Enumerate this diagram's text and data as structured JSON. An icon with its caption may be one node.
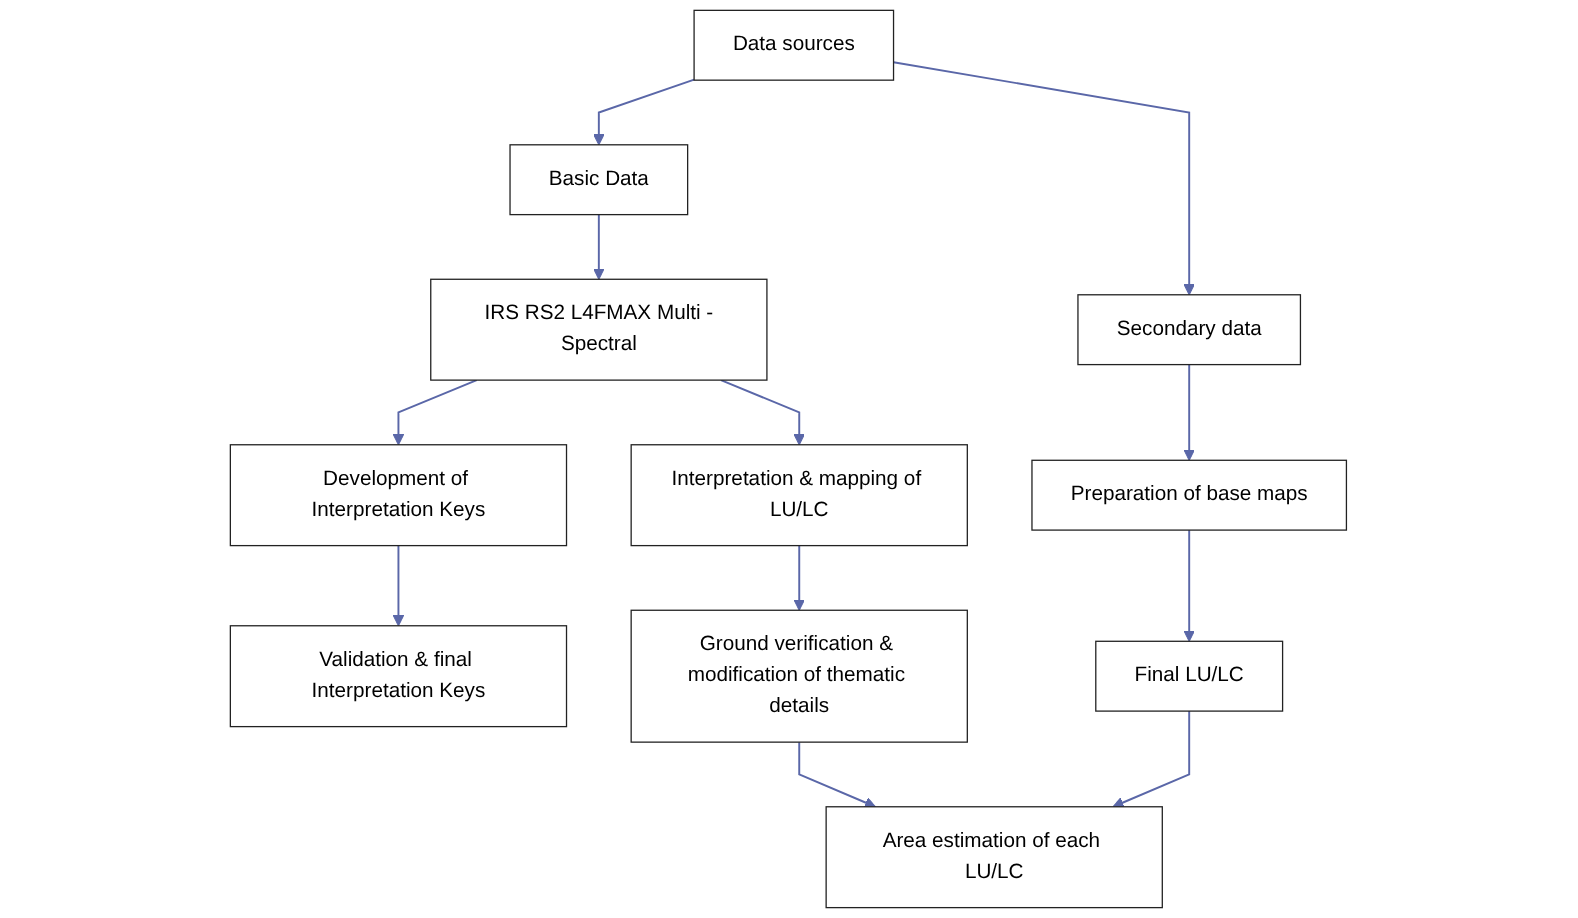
{
  "diagram": {
    "nodes": [
      {
        "text": [
          "Basic Data"
        ]
      },
      {
        "text": [
          "Data sources"
        ]
      },
      {
        "text": [
          "Secondary data"
        ]
      },
      {
        "text": [
          "IRS RS2 L4FMAX Multi -Spectral"
        ]
      },
      {
        "text": [
          "Preparation of base maps"
        ]
      },
      {
        "text": [
          "Interpretation & mapping of LU/LC"
        ]
      },
      {
        "text": [
          "Final LU/LC"
        ]
      },
      {
        "text": [
          "Development of Interpretation Keys"
        ]
      },
      {
        "text": [
          "Ground verification & modification of thematic details"
        ]
      },
      {
        "text": [
          "Validation & final Interpretation Keys"
        ]
      },
      {
        "text": [
          "Area estimation of each LU/LC"
        ]
      }
    ],
    "edges": [
      {
        "from": 1,
        "to": 0,
        "arrow": "to"
      },
      {
        "from": 1,
        "to": 2,
        "arrow": "to"
      },
      {
        "from": 0,
        "to": 3,
        "arrow": "to"
      },
      {
        "from": 3,
        "to": 7,
        "arrow": "to"
      },
      {
        "from": 7,
        "to": 9,
        "arrow": "to"
      },
      {
        "from": 3,
        "to": 5,
        "arrow": "to"
      },
      {
        "from": 5,
        "to": 8,
        "arrow": "to"
      },
      {
        "from": 2,
        "to": 4,
        "arrow": "to"
      },
      {
        "from": 4,
        "to": 6,
        "arrow": "to"
      },
      {
        "from": 8,
        "to": 10,
        "arrow": "to"
      },
      {
        "from": 6,
        "to": 10,
        "arrow": "to"
      }
    ]
  }
}
